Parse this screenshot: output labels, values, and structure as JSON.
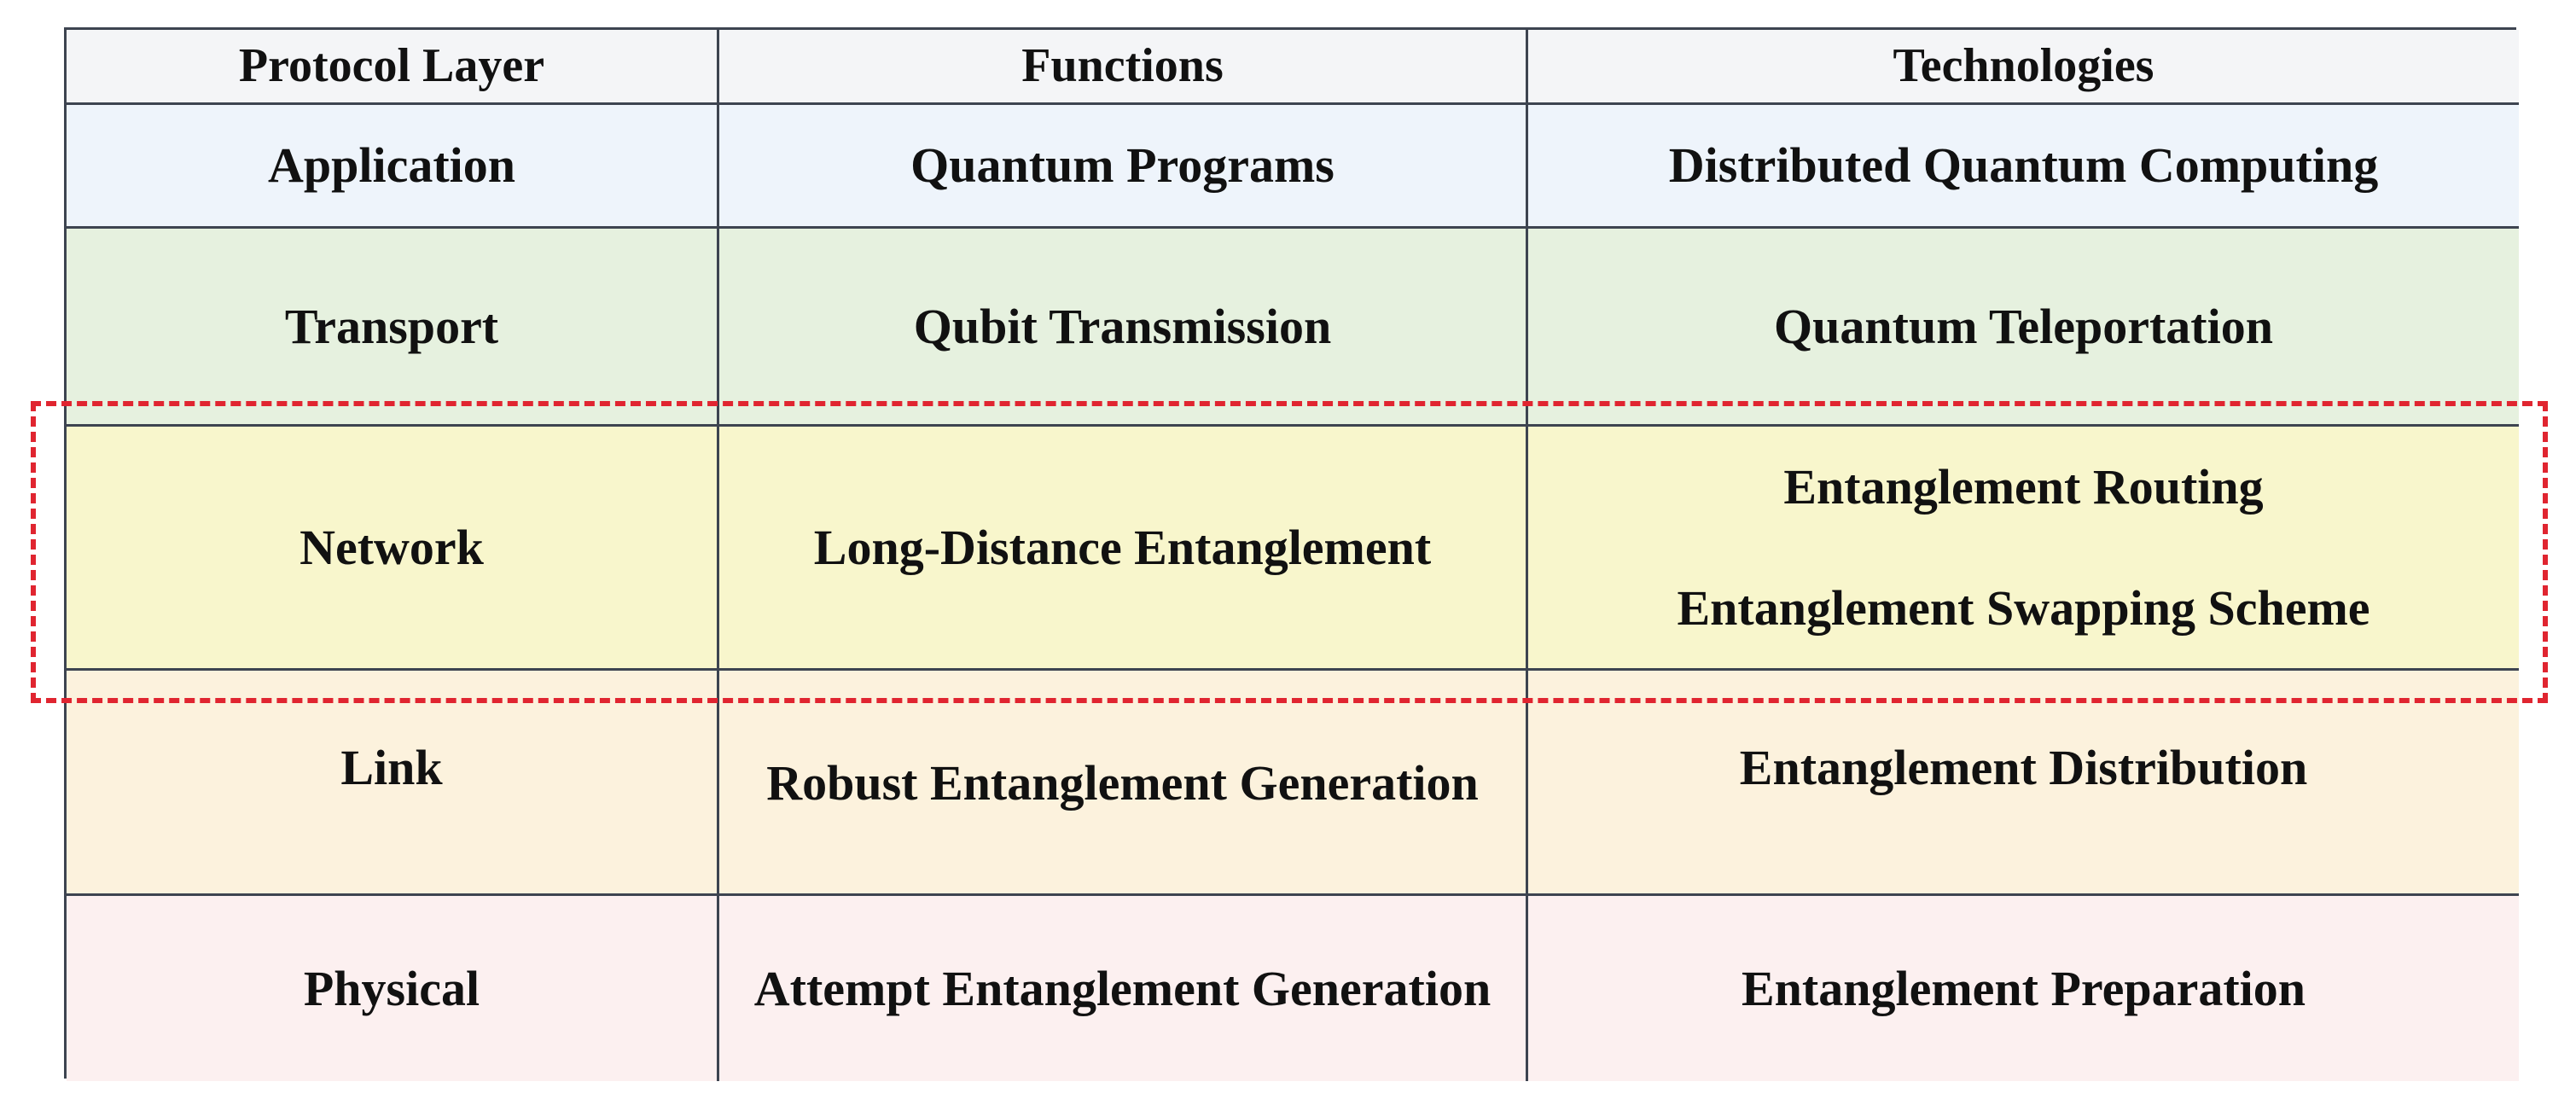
{
  "colors": {
    "header_bg": "#f4f5f7",
    "application_bg": "#eef4fb",
    "transport_bg": "#e6f1df",
    "network_bg": "#f8f6cc",
    "link_bg": "#fcf2dd",
    "physical_bg": "#fcf0f0",
    "grid_line": "#3d4450",
    "highlight_border": "#e02530"
  },
  "table": {
    "headers": [
      "Protocol Layer",
      "Functions",
      "Technologies"
    ],
    "rows": [
      {
        "layer": "Application",
        "function": "Quantum Programs",
        "technologies": [
          "Distributed Quantum Computing"
        ]
      },
      {
        "layer": "Transport",
        "function": "Qubit Transmission",
        "technologies": [
          "Quantum Teleportation"
        ]
      },
      {
        "layer": "Network",
        "function": "Long-Distance Entanglement",
        "technologies": [
          "Entanglement Routing",
          "Entanglement Swapping Scheme"
        ]
      },
      {
        "layer": "Link",
        "function": "Robust Entanglement Generation",
        "technologies": [
          "Entanglement Distribution"
        ]
      },
      {
        "layer": "Physical",
        "function": "Attempt Entanglement Generation",
        "technologies": [
          "Entanglement Preparation"
        ]
      }
    ]
  }
}
